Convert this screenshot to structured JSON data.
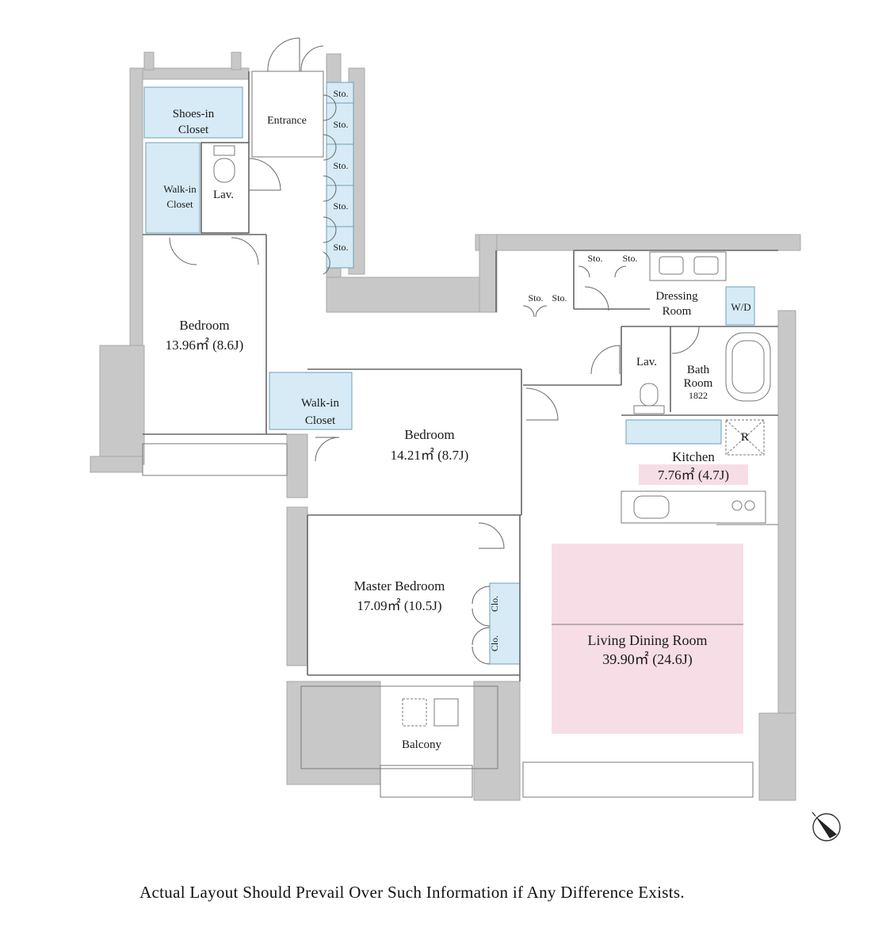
{
  "rooms": {
    "shoes_closet": {
      "line1": "Shoes-in",
      "line2": "Closet"
    },
    "entrance": "Entrance",
    "walkin_closet_1": {
      "line1": "Walk-in",
      "line2": "Closet"
    },
    "lav_1": "Lav.",
    "bedroom_1": {
      "name": "Bedroom",
      "area": "13.96㎡ (8.6J)"
    },
    "walkin_closet_2": {
      "line1": "Walk-in",
      "line2": "Closet"
    },
    "bedroom_2": {
      "name": "Bedroom",
      "area": "14.21㎡ (8.7J)"
    },
    "master_bedroom": {
      "name": "Master Bedroom",
      "area": "17.09㎡ (10.5J)"
    },
    "balcony": "Balcony",
    "dressing_room": {
      "line1": "Dressing",
      "line2": "Room"
    },
    "wd": "W/D",
    "lav_2": "Lav.",
    "bath_room": {
      "line1": "Bath",
      "line2": "Room",
      "line3": "1822"
    },
    "refrigerator": "R",
    "kitchen": {
      "name": "Kitchen",
      "area": "7.76㎡ (4.7J)"
    },
    "ldr": {
      "name": "Living Dining Room",
      "area": "39.90㎡ (24.6J)"
    }
  },
  "storage_labels": [
    "Sto.",
    "Sto.",
    "Sto.",
    "Sto.",
    "Sto."
  ],
  "upper_storage_labels": [
    "Sto.",
    "Sto."
  ],
  "hall_storage_labels": [
    "Sto.",
    "Sto."
  ],
  "closet_labels": [
    "Clo.",
    "Clo."
  ],
  "colors": {
    "storage": "#d6ebf5",
    "living": "#f7dde6",
    "wall": "#c8c8c8"
  },
  "icons": [
    "compass-north-icon"
  ],
  "disclaimer": "Actual Layout Should Prevail Over Such Information if Any Difference Exists."
}
